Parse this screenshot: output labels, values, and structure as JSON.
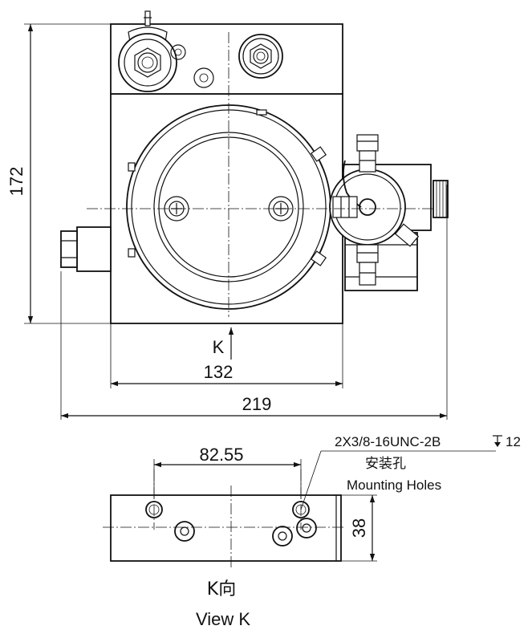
{
  "dimensions": {
    "height": "172",
    "width_body": "132",
    "width_overall": "219",
    "hole_spacing": "82.55",
    "bottom_depth": "38"
  },
  "labels": {
    "view_marker": "K",
    "view_title_cn": "K向",
    "view_title_en": "View K"
  },
  "note": {
    "spec": "2X3/8-16UNC-2B",
    "depth": "12",
    "cn": "安装孔",
    "en": "Mounting Holes"
  }
}
